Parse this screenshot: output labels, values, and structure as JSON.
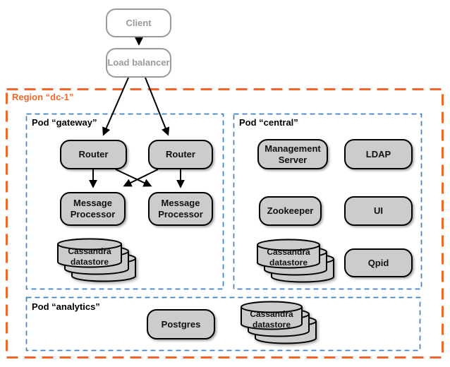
{
  "external": {
    "client_label": "Client",
    "load_balancer_label": "Load balancer"
  },
  "region": {
    "label": "Region “dc-1”"
  },
  "pods": {
    "gateway": {
      "label": "Pod “gateway”"
    },
    "central": {
      "label": "Pod “central”"
    },
    "analytics": {
      "label": "Pod “analytics”"
    }
  },
  "nodes": {
    "router1": {
      "label": "Router"
    },
    "router2": {
      "label": "Router"
    },
    "mp1": {
      "line1": "Message",
      "line2": "Processor"
    },
    "mp2": {
      "line1": "Message",
      "line2": "Processor"
    },
    "management": {
      "line1": "Management",
      "line2": "Server"
    },
    "ldap": {
      "label": "LDAP"
    },
    "zookeeper": {
      "label": "Zookeeper"
    },
    "ui": {
      "label": "UI"
    },
    "qpid": {
      "label": "Qpid"
    },
    "postgres": {
      "label": "Postgres"
    },
    "cassandra_gateway": {
      "line1": "Cassandra",
      "line2": "datastore"
    },
    "cassandra_central": {
      "line1": "Cassandra",
      "line2": "datastore"
    },
    "cassandra_analytics": {
      "line1": "Cassandra",
      "line2": "datastore"
    }
  },
  "colors": {
    "region_border": "#f1662a",
    "pod_border": "#3f82c4",
    "node_fill": "#cccccc",
    "node_border": "#000000",
    "external_border": "#9a9a9a",
    "external_text": "#9a9a9a",
    "arrow": "#000000"
  }
}
